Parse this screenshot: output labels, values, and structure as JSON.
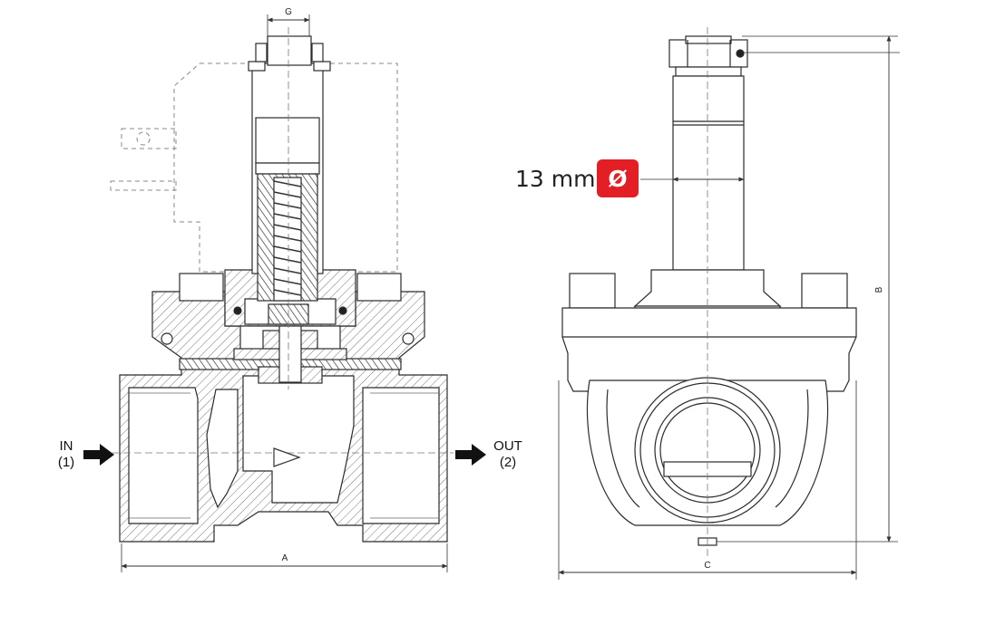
{
  "dimensions": {
    "g": "G",
    "a": "A",
    "b": "B",
    "c": "C"
  },
  "ports": {
    "inlet_label": "IN",
    "inlet_number": "(1)",
    "outlet_label": "OUT",
    "outlet_number": "(2)"
  },
  "coil_tube": {
    "diameter_text": "13 mm",
    "diameter_symbol": "Ø"
  },
  "colors": {
    "accent": "#e31e24",
    "line": "#2b2b2b",
    "hatch": "#555555"
  }
}
